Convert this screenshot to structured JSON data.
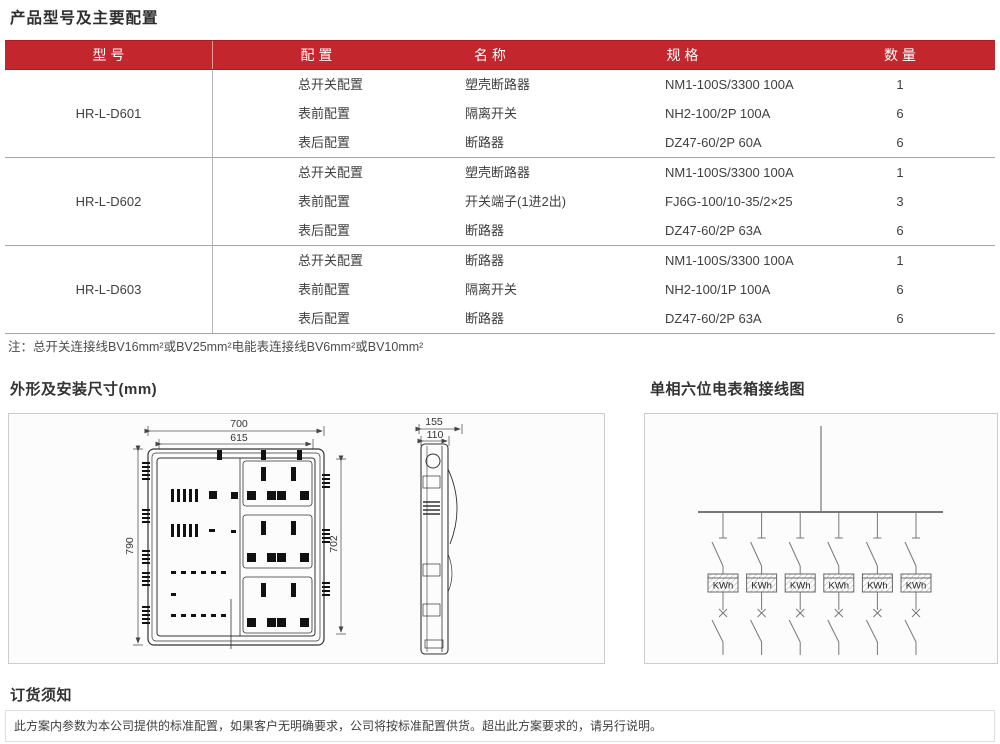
{
  "page": {
    "title": "产品型号及主要配置",
    "note": "注：总开关连接线BV16mm²或BV25mm²电能表连接线BV6mm²或BV10mm²"
  },
  "table": {
    "headers": [
      "型 号",
      "配 置",
      "名 称",
      "规 格",
      "数 量"
    ],
    "groups": [
      {
        "model": "HR-L-D601",
        "rows": [
          {
            "config": "总开关配置",
            "name": "塑壳断路器",
            "spec": "NM1-100S/3300 100A",
            "qty": "1"
          },
          {
            "config": "表前配置",
            "name": "隔离开关",
            "spec": "NH2-100/2P 100A",
            "qty": "6"
          },
          {
            "config": "表后配置",
            "name": "断路器",
            "spec": "DZ47-60/2P 60A",
            "qty": "6"
          }
        ]
      },
      {
        "model": "HR-L-D602",
        "rows": [
          {
            "config": "总开关配置",
            "name": "塑壳断路器",
            "spec": "NM1-100S/3300 100A",
            "qty": "1"
          },
          {
            "config": "表前配置",
            "name": "开关端子(1进2出)",
            "spec": "FJ6G-100/10-35/2×25",
            "qty": "3"
          },
          {
            "config": "表后配置",
            "name": "断路器",
            "spec": "DZ47-60/2P 63A",
            "qty": "6"
          }
        ]
      },
      {
        "model": "HR-L-D603",
        "rows": [
          {
            "config": "总开关配置",
            "name": "断路器",
            "spec": "NM1-100S/3300 100A",
            "qty": "1"
          },
          {
            "config": "表前配置",
            "name": "隔离开关",
            "spec": "NH2-100/1P 100A",
            "qty": "6"
          },
          {
            "config": "表后配置",
            "name": "断路器",
            "spec": "DZ47-60/2P 63A",
            "qty": "6"
          }
        ]
      }
    ]
  },
  "dimensions": {
    "heading": "外形及安装尺寸(mm)",
    "front": {
      "w_outer": "700",
      "w_inner": "615",
      "h_left": "790",
      "h_right": "702"
    },
    "side": {
      "d_outer": "155",
      "d_inner": "110"
    }
  },
  "wiring": {
    "heading": "单相六位电表箱接线图",
    "meter_label": "KWh",
    "branch_count": 6
  },
  "ordering": {
    "heading": "订货须知",
    "text": "此方案内参数为本公司提供的标准配置，如果客户无明确要求，公司将按标准配置供货。超出此方案要求的，请另行说明。"
  },
  "colors": {
    "header_red": "#c3262c"
  }
}
